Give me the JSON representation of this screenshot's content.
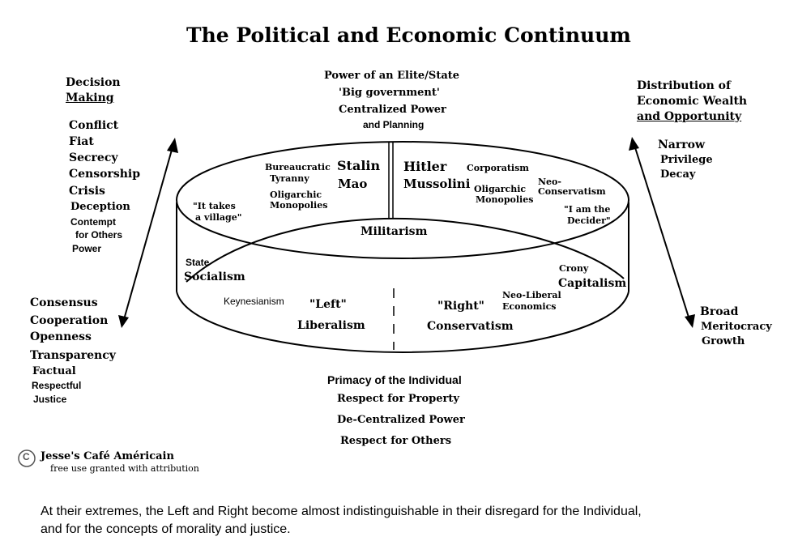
{
  "title": "The Political and Economic Continuum",
  "top": {
    "lines": [
      "Power of an Elite/State",
      "'Big government'",
      "Centralized Power",
      "and Planning"
    ]
  },
  "left": {
    "heading_line1": "Decision",
    "heading_line2": "Making",
    "top_items": [
      "Conflict",
      "Fiat",
      "Secrecy",
      "Censorship",
      "Crisis",
      "Deception",
      "Contempt",
      "for Others",
      "Power"
    ],
    "bottom_items": [
      "Consensus",
      "Cooperation",
      "Openness",
      "Transparency",
      "Factual",
      "Respectful",
      "Justice"
    ]
  },
  "right": {
    "heading_lines": [
      "Distribution of",
      "Economic Wealth",
      "and Opportunity"
    ],
    "top_items": [
      "Narrow",
      "Privilege",
      "Decay"
    ],
    "bottom_items": [
      "Broad",
      "Meritocracy",
      "Growth"
    ]
  },
  "ring": {
    "stalin": "Stalin",
    "mao": "Mao",
    "hitler": "Hitler",
    "mussolini": "Mussolini",
    "bureaucratic_tyranny_1": "Bureaucratic",
    "bureaucratic_tyranny_2": "Tyranny",
    "oligarchic_left_1": "Oligarchic",
    "oligarchic_left_2": "Monopolies",
    "corporatism": "Corporatism",
    "oligarchic_right_1": "Oligarchic",
    "oligarchic_right_2": "Monopolies",
    "neo_conservatism_1": "Neo-",
    "neo_conservatism_2": "Conservatism",
    "village_1": "\"It takes",
    "village_2": "a village\"",
    "decider_1": "\"I am the",
    "decider_2": "Decider\"",
    "militarism": "Militarism",
    "state": "State",
    "socialism": "Socialism",
    "crony": "Crony",
    "capitalism": "Capitalism",
    "keynesianism": "Keynesianism",
    "left": "\"Left\"",
    "liberalism": "Liberalism",
    "right": "\"Right\"",
    "neo_liberal_1": "Neo-Liberal",
    "neo_liberal_2": "Economics",
    "conservatism": "Conservatism"
  },
  "bottom": {
    "lines": [
      "Primacy of the Individual",
      "Respect for Property",
      "De-Centralized Power",
      "Respect for Others"
    ]
  },
  "credit": {
    "symbol": "C",
    "name": "Jesse's Café Américain",
    "note": "free use granted with attribution"
  },
  "footer": {
    "line1": "At their extremes, the Left and Right become almost indistinguishable in their disregard for the Individual,",
    "line2": "and for the concepts of morality and justice."
  }
}
